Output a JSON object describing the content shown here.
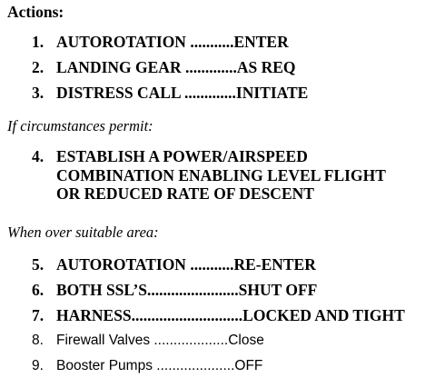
{
  "heading": "Actions:",
  "group1": [
    {
      "num": "1.",
      "text": "AUTOROTATION ...........ENTER"
    },
    {
      "num": "2.",
      "text": "LANDING GEAR .............AS REQ"
    },
    {
      "num": "3.",
      "text": "DISTRESS CALL .............INITIATE"
    }
  ],
  "condition1": "If circumstances permit:",
  "step4": {
    "num": "4.",
    "lines": [
      "ESTABLISH A POWER/AIRSPEED",
      "COMBINATION ENABLING LEVEL FLIGHT",
      "OR REDUCED RATE OF DESCENT"
    ]
  },
  "condition2": "When over suitable area:",
  "group2": [
    {
      "num": "5.",
      "text": "AUTOROTATION ...........RE-ENTER"
    },
    {
      "num": "6.",
      "text": "BOTH SSL’S.......................SHUT OFF"
    },
    {
      "num": "7.",
      "text": "HARNESS............................LOCKED AND TIGHT"
    }
  ],
  "group3": [
    {
      "num": "8.",
      "text": "Firewall Valves ...................Close"
    },
    {
      "num": "9.",
      "text": "Booster Pumps ....................OFF"
    }
  ]
}
